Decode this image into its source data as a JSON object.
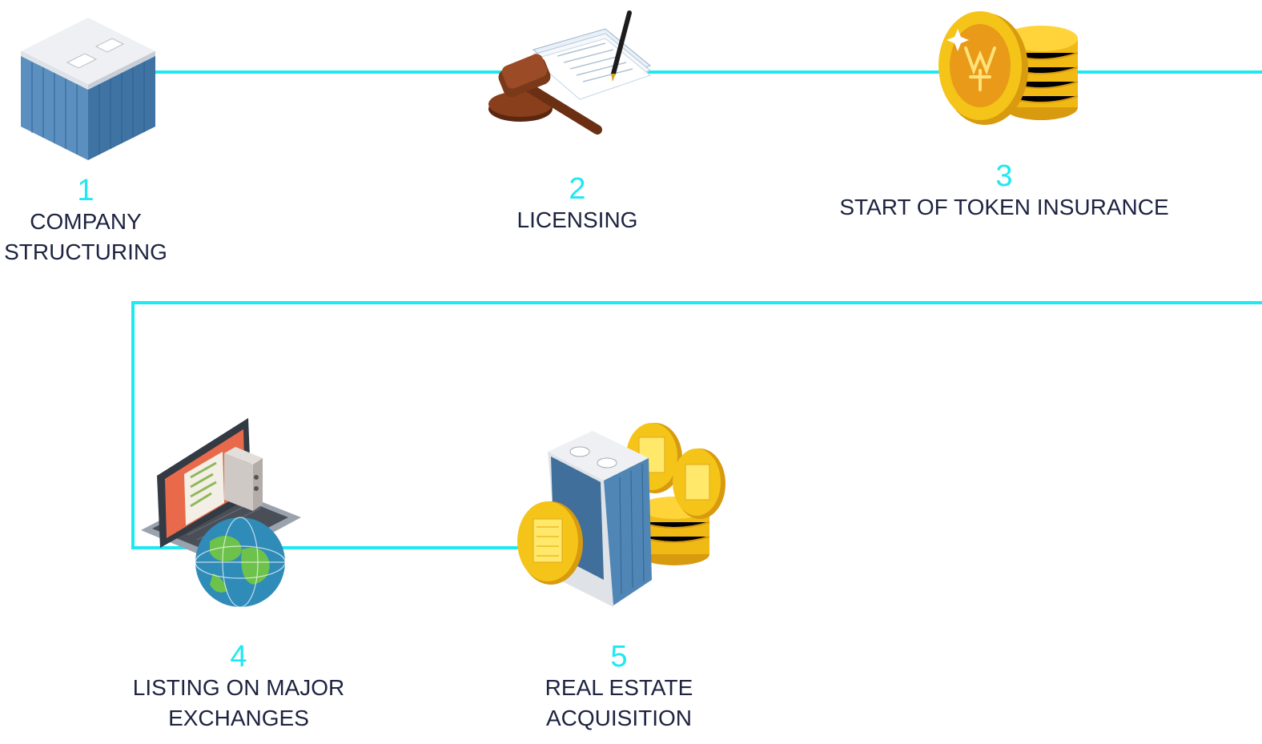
{
  "colors": {
    "accent": "#1ee8f0",
    "text": "#1d2340",
    "coin": "#f4c419",
    "coinDark": "#d89a0e",
    "glass": "#4f86b6"
  },
  "steps": [
    {
      "number": "1",
      "label": "COMPANY\nSTRUCTURING",
      "icon": "office-building-icon"
    },
    {
      "number": "2",
      "label": "LICENSING",
      "icon": "gavel-document-icon"
    },
    {
      "number": "3",
      "label": "START OF TOKEN INSURANCE",
      "icon": "token-coins-icon"
    },
    {
      "number": "4",
      "label": "LISTING ON MAJOR\nEXCHANGES",
      "icon": "laptop-globe-icon"
    },
    {
      "number": "5",
      "label": "REAL ESTATE\nACQUISITION",
      "icon": "building-coins-icon"
    }
  ]
}
